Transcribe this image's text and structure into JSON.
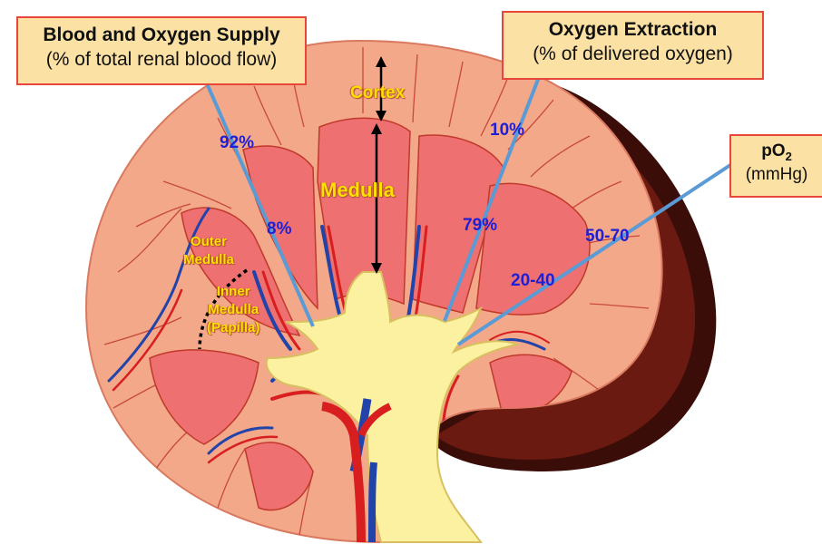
{
  "callouts": {
    "supply": {
      "title": "Blood and Oxygen Supply",
      "subtitle": "(% of total renal blood flow)"
    },
    "extraction": {
      "title": "Oxygen Extraction",
      "subtitle": "(% of delivered oxygen)"
    },
    "po2": {
      "title": "pO",
      "subscript": "2",
      "subtitle": "(mmHg)"
    }
  },
  "region_labels": {
    "cortex": "Cortex",
    "medulla": "Medulla",
    "outer_medulla_line1": "Outer",
    "outer_medulla_line2": "Medulla",
    "inner_medulla_line1": "Inner",
    "inner_medulla_line2": "Medulla",
    "inner_medulla_line3": "(Papilla)"
  },
  "values": {
    "supply_cortex": "92%",
    "supply_medulla": "8%",
    "extraction_cortex": "10%",
    "extraction_medulla": "79%",
    "po2_cortex": "50-70",
    "po2_medulla": "20-40"
  },
  "colors": {
    "cortex": "#f3a88a",
    "pyramid": "#ee7070",
    "pelvis": "#fbf1a0",
    "capsule_shadow": "#3a0d08",
    "artery": "#d81e1e",
    "vein": "#2244aa",
    "pointer_line": "#5b9bd5",
    "callout_fill": "#fbe1a4",
    "callout_border": "#e8463a",
    "value_text": "#1f1fd6",
    "region_text": "#ffe000"
  }
}
